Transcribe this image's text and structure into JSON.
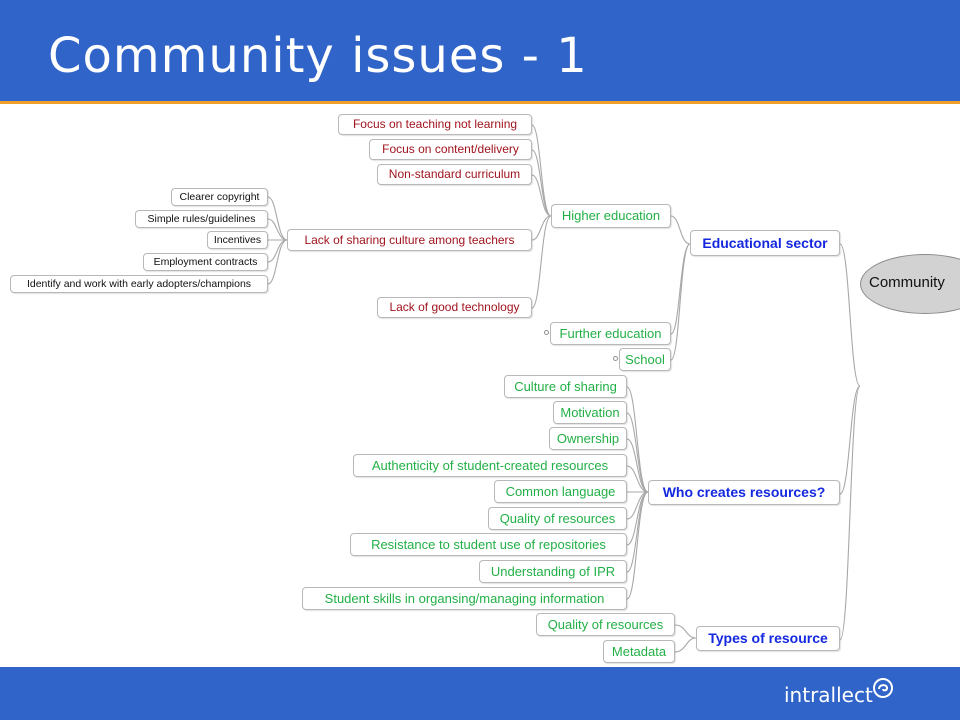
{
  "slide": {
    "title": "Community issues - 1",
    "logo_text": "intrallect",
    "colors": {
      "header": "#3064c8",
      "accent_rule": "#f0a028",
      "red_text": "#a0141e",
      "green_text": "#22b046",
      "blue_text": "#1428e0"
    }
  },
  "mindmap": {
    "root": "Community",
    "educational_sector": {
      "label": "Educational sector",
      "higher_education": {
        "label": "Higher education",
        "focus_teaching": "Focus on teaching not learning",
        "focus_content": "Focus on content/delivery",
        "non_standard": "Non-standard curriculum",
        "lack_sharing": {
          "label": "Lack of sharing culture among teachers",
          "clearer_copyright": "Clearer copyright",
          "simple_rules": "Simple rules/guidelines",
          "incentives": "Incentives",
          "employment_contracts": "Employment contracts",
          "early_adopters": "Identify and work with early adopters/champions"
        },
        "lack_technology": "Lack of good technology"
      },
      "further_education": "Further education",
      "school": "School"
    },
    "who_creates": {
      "label": "Who creates resources?",
      "culture_sharing": "Culture of sharing",
      "motivation": "Motivation",
      "ownership": "Ownership",
      "authenticity": "Authenticity of student-created resources",
      "common_language": "Common language",
      "quality": "Quality of resources",
      "resistance": "Resistance to student use of repositories",
      "understanding_ipr": "Understanding of IPR",
      "student_skills": "Student skills in organsing/managing information"
    },
    "types": {
      "label": "Types of resource",
      "quality": "Quality of resources",
      "metadata": "Metadata"
    }
  }
}
